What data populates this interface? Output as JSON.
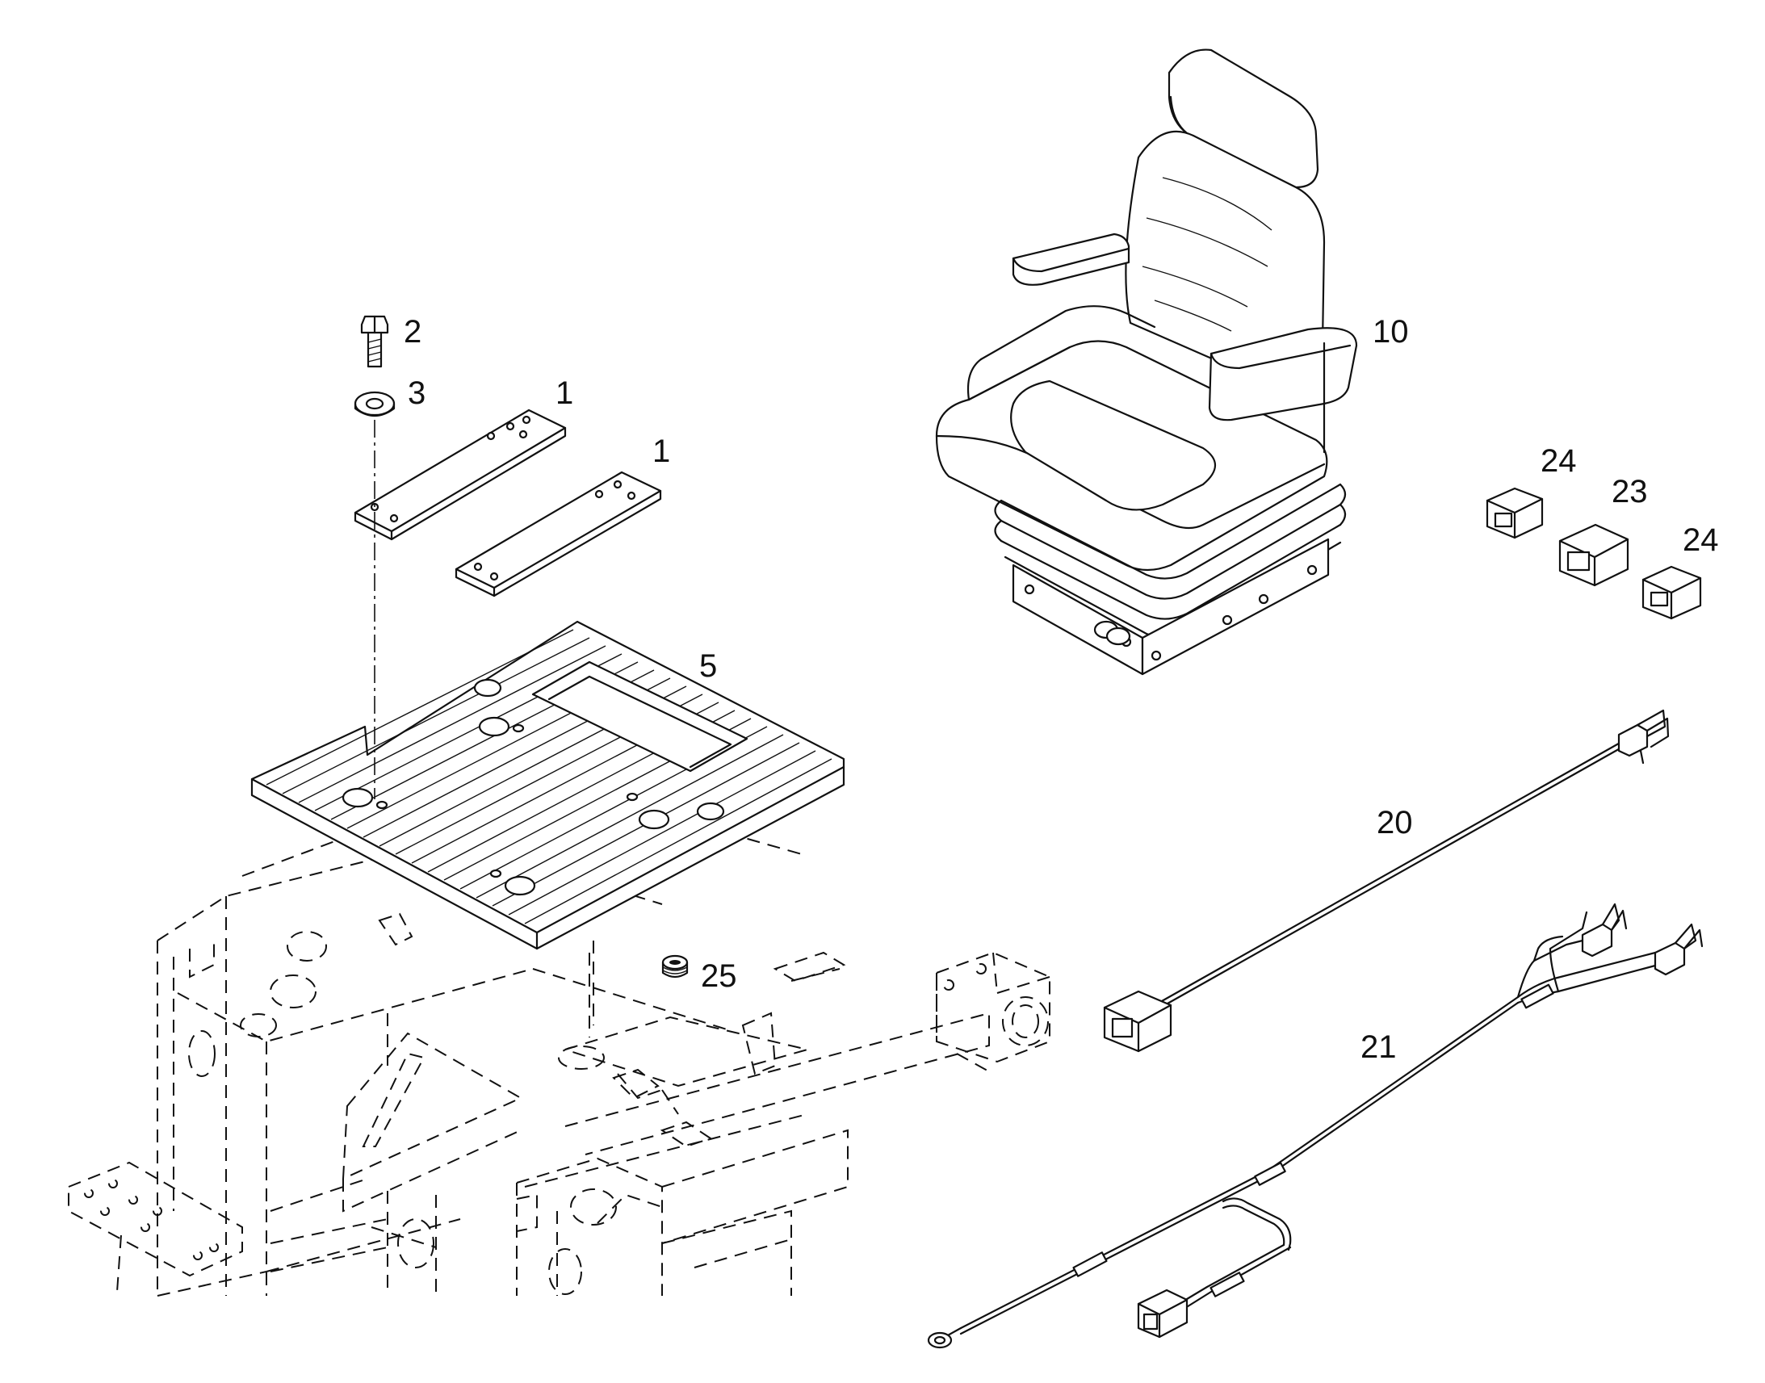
{
  "callouts": {
    "mounting_plate_a": "1",
    "mounting_plate_b": "1",
    "bolt": "2",
    "washer": "3",
    "floor_mat": "5",
    "seat": "10",
    "harness_20": "20",
    "harness_21": "21",
    "connector_23": "23",
    "connector_24a": "24",
    "connector_24b": "24",
    "grommet": "25"
  },
  "colors": {
    "line": "#111111",
    "background": "#ffffff"
  }
}
